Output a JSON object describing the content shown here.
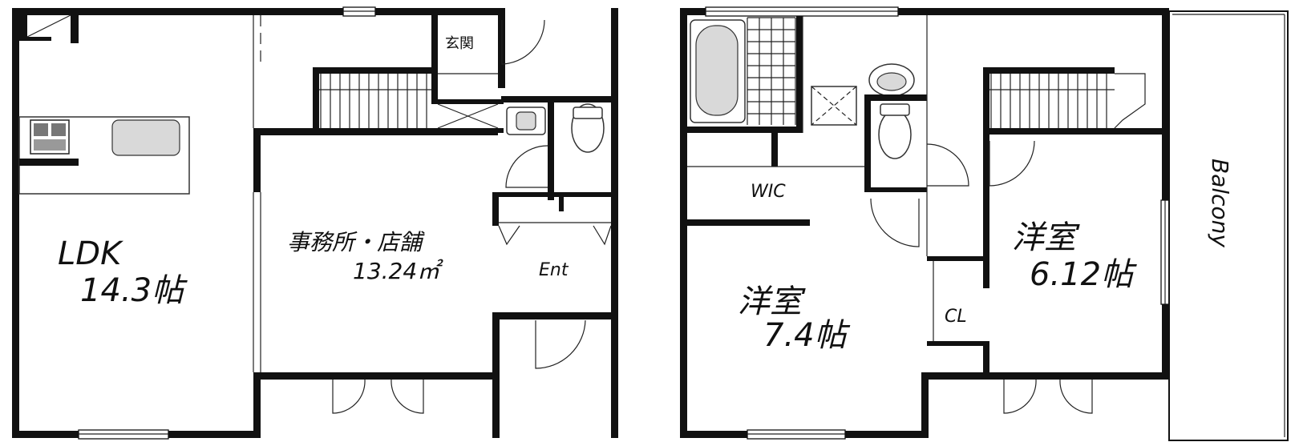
{
  "floor1": {
    "ldk": {
      "name": "LDK",
      "size": "14.3帖"
    },
    "office": {
      "name": "事務所・店舗",
      "size": "13.24㎡"
    },
    "entrance": "玄関",
    "ent": "Ent"
  },
  "floor2": {
    "wic": "WIC",
    "room_a": {
      "name": "洋室",
      "size": "7.4帖"
    },
    "room_b": {
      "name": "洋室",
      "size": "6.12帖"
    },
    "closet": "CL",
    "balcony": "Balcony"
  },
  "colors": {
    "wall": "#111111",
    "fixture_fill": "#d9d9d9",
    "background": "#ffffff"
  }
}
